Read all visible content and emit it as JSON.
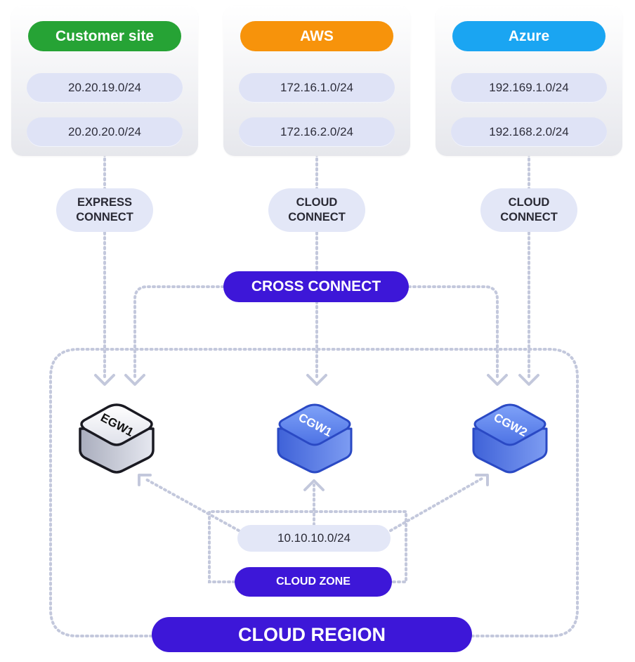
{
  "sites": [
    {
      "name": "Customer site",
      "color": "#26a335",
      "subnets": [
        "20.20.19.0/24",
        "20.20.20.0/24"
      ]
    },
    {
      "name": "AWS",
      "color": "#f7930b",
      "subnets": [
        "172.16.1.0/24",
        "172.16.2.0/24"
      ]
    },
    {
      "name": "Azure",
      "color": "#1aa5f2",
      "subnets": [
        "192.169.1.0/24",
        "192.168.2.0/24"
      ]
    }
  ],
  "connections": [
    {
      "label": "EXPRESS\nCONNECT"
    },
    {
      "label": "CLOUD\nCONNECT"
    },
    {
      "label": "CLOUD\nCONNECT"
    }
  ],
  "cross_connect": {
    "label": "CROSS CONNECT",
    "color": "#3d17d8"
  },
  "gateways": [
    {
      "label": "EGW1",
      "style": "gray"
    },
    {
      "label": "CGW1",
      "style": "blue"
    },
    {
      "label": "CGW2",
      "style": "blue"
    }
  ],
  "zone": {
    "subnet": "10.10.10.0/24",
    "label": "CLOUD ZONE"
  },
  "region": {
    "label": "CLOUD REGION"
  },
  "colors": {
    "accent": "#3d17d8",
    "pill_bg": "#e3e7f7",
    "dotted": "#c3c8dc"
  }
}
